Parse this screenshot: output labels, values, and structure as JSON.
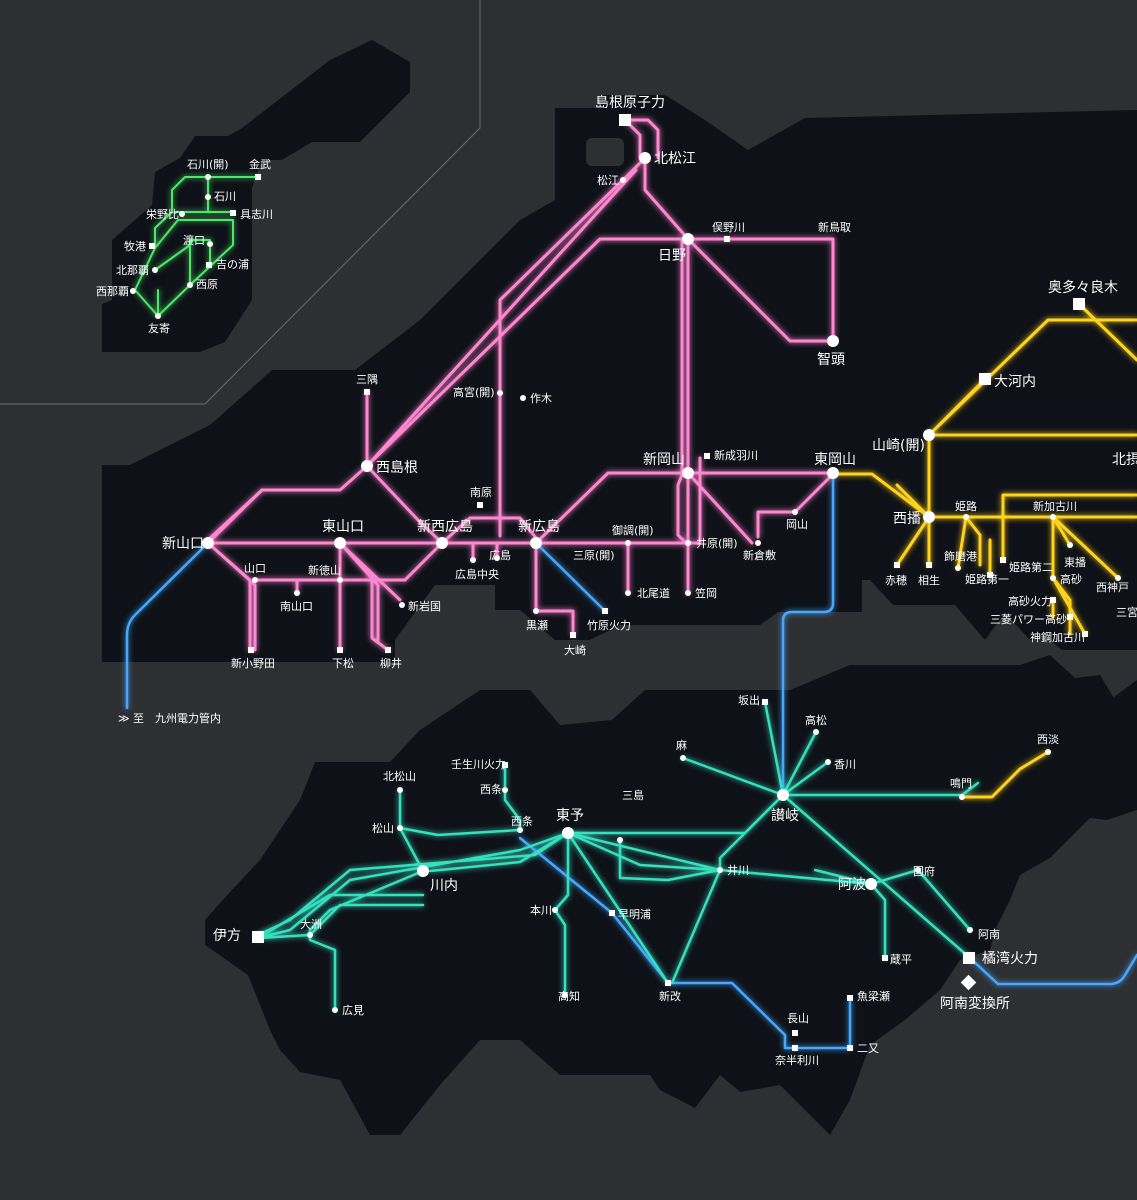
{
  "colors": {
    "background": "#2e2f33",
    "land": "#0e1117",
    "chugoku": "#ff86d0",
    "shikoku": "#36e0c0",
    "kansai": "#ffd21f",
    "okinawa": "#4be86a",
    "interconnect": "#45a8ff"
  },
  "labels": {
    "okinawa": {
      "ishikawa_kai": "石川(開)",
      "kin": "金武",
      "ishikawa": "石川",
      "gushikawa": "具志川",
      "ginowan": "栄野比",
      "makiminato": "牧港",
      "toguchi": "渡口",
      "yoshinoura": "吉の浦",
      "kitanaha": "北那覇",
      "nishinaha": "西那覇",
      "nishihara": "西原",
      "tomoyose": "友寄"
    },
    "chugoku": {
      "shimane_npp": "島根原子力",
      "kitamatsue": "北松江",
      "matsue": "松江",
      "hino": "日野",
      "matanogawa": "俣野川",
      "shintottori": "新鳥取",
      "chizu": "智頭",
      "takamiya": "高宮(開)",
      "sakugi": "作木",
      "mitsumi": "三隅",
      "nishishimane": "西島根",
      "shinokayama": "新岡山",
      "shinnariwa": "新成羽川",
      "higashiokayama": "東岡山",
      "nanbara": "南原",
      "shinyamaguchi": "新山口",
      "higashiyamaguchi": "東山口",
      "shinnishihiroshima": "新西広島",
      "shinhiroshima": "新広島",
      "mitsugi": "御調(開)",
      "ibara": "井原(開)",
      "okayama": "岡山",
      "shinkurashiki": "新倉敷",
      "mihara": "三原(開)",
      "hiroshima": "広島",
      "hiroshimachuo": "広島中央",
      "kitaonomichi": "北尾道",
      "kasaoka": "笠岡",
      "yamaguchi": "山口",
      "shintokuyama": "新徳山",
      "minamiyamaguchi": "南山口",
      "shiniwakuni": "新岩国",
      "kurose": "黒瀬",
      "takehara": "竹原火力",
      "osaki": "大崎",
      "shinonoda": "新小野田",
      "kudamatsu": "下松",
      "yanai": "柳井",
      "kyushu": "至　九州電力管内",
      "kyushu_arrow": "≫"
    },
    "kansai": {
      "okutatara": "奥多々良木",
      "okawachi": "大河内",
      "yamazaki": "山崎(開)",
      "kitasettsu": "北摂",
      "nishiharima": "西播",
      "himeji": "姫路",
      "shinkakogawa": "新加古川",
      "ako": "赤穂",
      "aioi": "相生",
      "shikamako": "飾磨港",
      "himejidaiichi": "姫路第一",
      "himejidaini": "姫路第二",
      "higashiharima": "東播",
      "takasago": "高砂",
      "nishikobe": "西神戸",
      "takasagokaryoku": "高砂火力",
      "mitsubishi": "三菱パワー高砂",
      "kobekakogawa": "神鋼加古川",
      "sannomiya": "三宮"
    },
    "shikoku": {
      "sakaide": "坂出",
      "takamatsu": "高松",
      "kagawa": "香川",
      "asa": "麻",
      "nishiawa": "西淡",
      "naruto": "鳴門",
      "mibu": "壬生川火力",
      "saijo_p": "西条",
      "saijo": "西条",
      "kitamatsuyama": "北松山",
      "matsuyama": "松山",
      "toyo": "東予",
      "sanuki": "讃岐",
      "mishima": "三島",
      "ikawa": "井川",
      "awa": "阿波",
      "kokufu": "国府",
      "sendai": "川内",
      "ikata": "伊方",
      "ozu": "大洲",
      "hongawa": "本川",
      "soumyo": "早明浦",
      "anan": "阿南",
      "zohira": "蔵平",
      "tachibana": "橘湾火力",
      "anan_conv": "阿南変換所",
      "kochi": "高知",
      "shinkai": "新改",
      "nagayama": "長山",
      "nahari": "奈半利川",
      "uonashi": "魚梁瀬",
      "futamata": "二又",
      "hiromi": "広見"
    }
  }
}
